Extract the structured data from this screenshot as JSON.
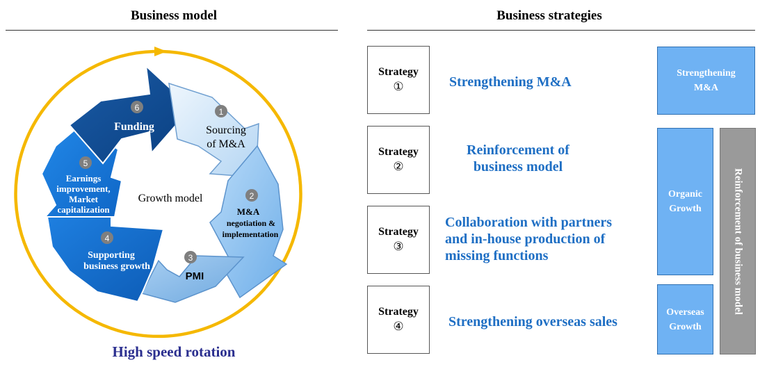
{
  "business_model": {
    "title": "Business model",
    "center_label": "Growth model",
    "caption": "High speed rotation",
    "steps": [
      {
        "num": "1",
        "lines": [
          "Sourcing",
          "of M&A"
        ]
      },
      {
        "num": "2",
        "lines": [
          "M&A",
          "negotiation &",
          "implementation"
        ]
      },
      {
        "num": "3",
        "lines": [
          "PMI"
        ]
      },
      {
        "num": "4",
        "lines": [
          "Supporting",
          "business growth"
        ]
      },
      {
        "num": "5",
        "lines": [
          "Earnings",
          "improvement,",
          "Market",
          "capitalization"
        ]
      },
      {
        "num": "6",
        "lines": [
          "Funding"
        ]
      }
    ],
    "colors": {
      "ring": "#f5b800",
      "caption": "#2b2f8f"
    }
  },
  "business_strategies": {
    "title": "Business strategies",
    "strategy_label": "Strategy",
    "strategies": [
      {
        "num": "①",
        "text_lines": [
          "Strengthening M&A"
        ]
      },
      {
        "num": "②",
        "text_lines": [
          "Reinforcement of",
          "business model"
        ]
      },
      {
        "num": "③",
        "text_lines": [
          "Collaboration with partners",
          "and in-house production of",
          "missing functions"
        ]
      },
      {
        "num": "④",
        "text_lines": [
          "Strengthening overseas sales"
        ]
      }
    ],
    "categories": {
      "ma": "Strengthening\nM&A",
      "organic": "Organic\nGrowth",
      "overseas": "Overseas\nGrowth",
      "reinforcement": "Reinforcement of business model"
    },
    "colors": {
      "strategy_text": "#1f6fc4",
      "category_fill": "#6fb2f3",
      "reinforcement_fill": "#9a9a9a"
    }
  }
}
